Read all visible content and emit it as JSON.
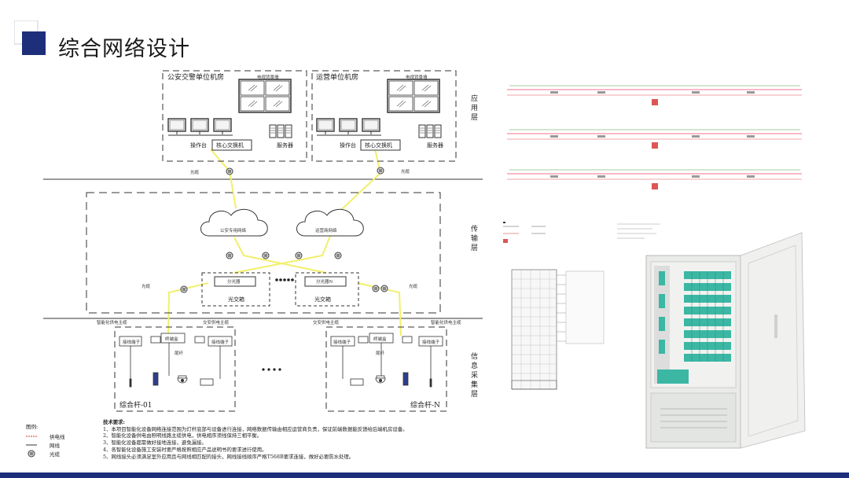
{
  "page": {
    "title": "综合网络设计"
  },
  "layers": {
    "app": "应\n用\n层",
    "transport": "传\n输\n层",
    "collect": "信\n息\n采\n集\n层"
  },
  "rooms": {
    "police": {
      "name": "公安交警单位机房",
      "tv_wall": "电视背景墙",
      "console": "操作台",
      "core": "核心交换机",
      "server": "服务器"
    },
    "operator": {
      "name": "运营单位机房",
      "tv_wall": "电视背景墙",
      "console": "操作台",
      "core": "核心交换机",
      "server": "服务器"
    }
  },
  "network": {
    "cloud_police": "公安专用网络",
    "cloud_operator": "运营商网络",
    "fiber_label": "光缆",
    "splitter_1": "分光器",
    "splitter_n": "分光器N",
    "box_1": "光交箱",
    "box_n": "光交箱"
  },
  "poles": {
    "left": {
      "name": "综合杆-01",
      "smart_power": "智能化供电主缆",
      "ac_power": "交安供电主缆",
      "terminal_a": "接线端子",
      "terminal_box": "终端盒",
      "terminal_b": "接线端子",
      "tail": "尾纤"
    },
    "right": {
      "name": "综合杆-N",
      "smart_power": "智能化供电主缆",
      "ac_power": "交安供电主缆",
      "terminal_a": "接线端子",
      "terminal_box": "终端盒",
      "terminal_b": "接线端子",
      "tail": "尾纤"
    }
  },
  "legend": {
    "title": "图例:",
    "power": "供电线",
    "network": "网线",
    "fiber": "光缆"
  },
  "notes": {
    "title": "技术要求:",
    "items": [
      "1、本项目智能化设备网络连接范围为灯杆底部与设备进行连接，网络数据传输由相应运营商负责，保证前端数据能反馈给后端机房设备。",
      "2、智能化设备供电由照明线路主缆供电，供电相序须线保持三相平衡。",
      "3、智能化设备都需做好接地连接，避免漏接。",
      "4、各智能化设备施工安装时要严格按照相应产品说明书的要求进行使用。",
      "5、网线接头必须满足室外应用且与网线相匹配的接头，网线接线顺序严格T568B要求连接，做好必要防水处理。"
    ]
  },
  "colors": {
    "accent": "#1d2f7a",
    "fiber": "#f2ef6a",
    "cabinet": "#e9ebe8",
    "teal": "#3bb7a4"
  }
}
